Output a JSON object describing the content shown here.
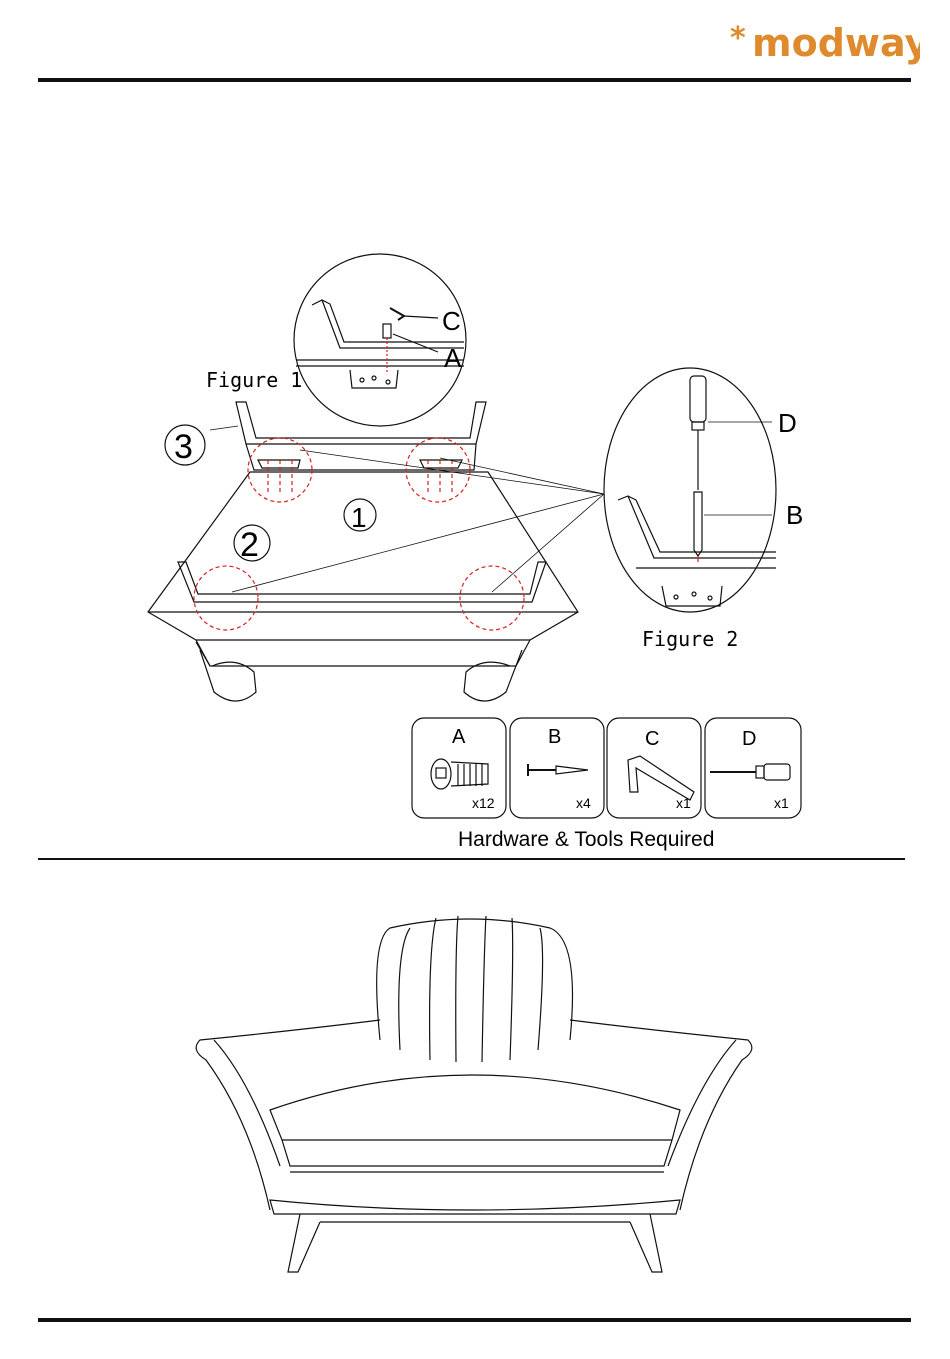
{
  "brand": {
    "name": "modway",
    "star": "*",
    "color": "#e08a2e"
  },
  "figure1": {
    "label": "Figure 1",
    "callouts": [
      "C",
      "A"
    ]
  },
  "figure2": {
    "label": "Figure 2",
    "callouts": [
      "D",
      "B"
    ]
  },
  "step_numbers": [
    "1",
    "2",
    "3"
  ],
  "hardware": {
    "title": "Hardware & Tools Required",
    "items": [
      {
        "letter": "A",
        "qty": "x12",
        "icon": "bolt-icon"
      },
      {
        "letter": "B",
        "qty": "x4",
        "icon": "screw-icon"
      },
      {
        "letter": "C",
        "qty": "x1",
        "icon": "allen-key-icon"
      },
      {
        "letter": "D",
        "qty": "x1",
        "icon": "screwdriver-icon"
      }
    ]
  },
  "colors": {
    "line": "#111111",
    "highlight": "#d62020"
  }
}
